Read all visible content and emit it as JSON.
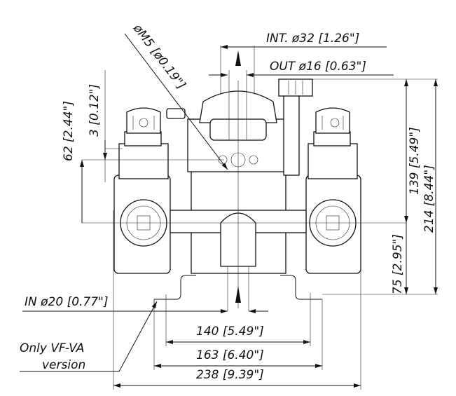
{
  "title": "Pump dimensional drawing - front view",
  "dimensions": {
    "int_diameter": "INT. ø32 [1.26\"]",
    "out_diameter": "OUT ø16 [0.63\"]",
    "thread": "øM5 [ø0.19\"]",
    "height_62": "62 [2.44\"]",
    "height_3": "3 [0.12\"]",
    "height_139": "139 [5.49\"]",
    "height_214": "214 [8.44\"]",
    "height_75": "75 [2.95\"]",
    "in_diameter": "IN ø20 [0.77\"]",
    "width_140": "140 [5.49\"]",
    "width_163": "163 [6.40\"]",
    "width_238": "238 [9.39\"]"
  },
  "note": {
    "line1": "Only VF-VA",
    "line2": "version"
  }
}
